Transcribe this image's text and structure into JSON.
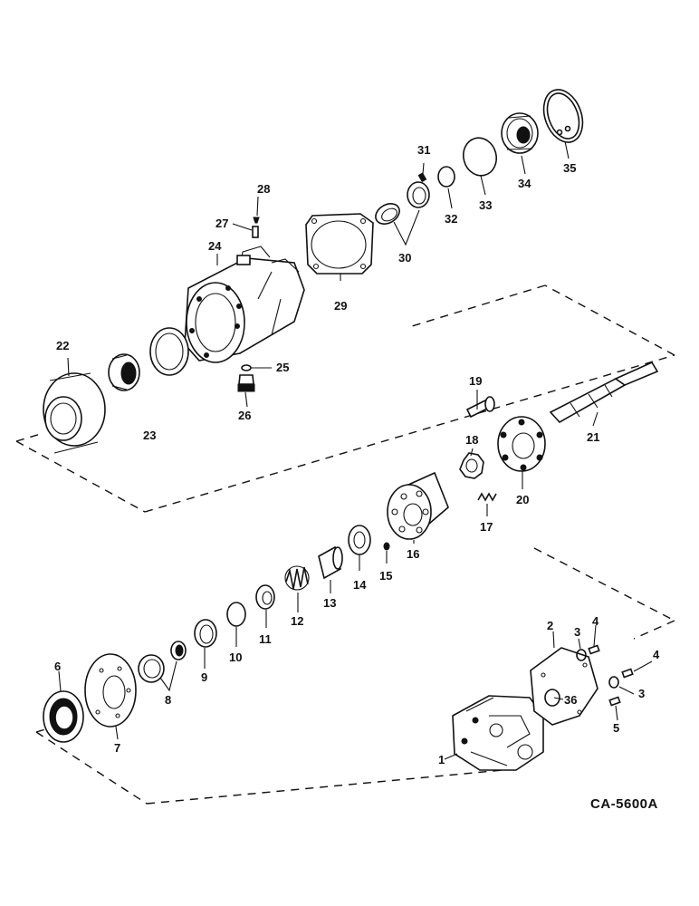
{
  "figure_code": "CA-5600A",
  "part_numbers": [
    "1",
    "2",
    "3",
    "3",
    "4",
    "4",
    "5",
    "6",
    "7",
    "8",
    "9",
    "10",
    "11",
    "12",
    "13",
    "14",
    "15",
    "16",
    "17",
    "18",
    "19",
    "20",
    "21",
    "22",
    "23",
    "24",
    "25",
    "26",
    "27",
    "28",
    "29",
    "30",
    "31",
    "32",
    "33",
    "34",
    "35",
    "36"
  ]
}
